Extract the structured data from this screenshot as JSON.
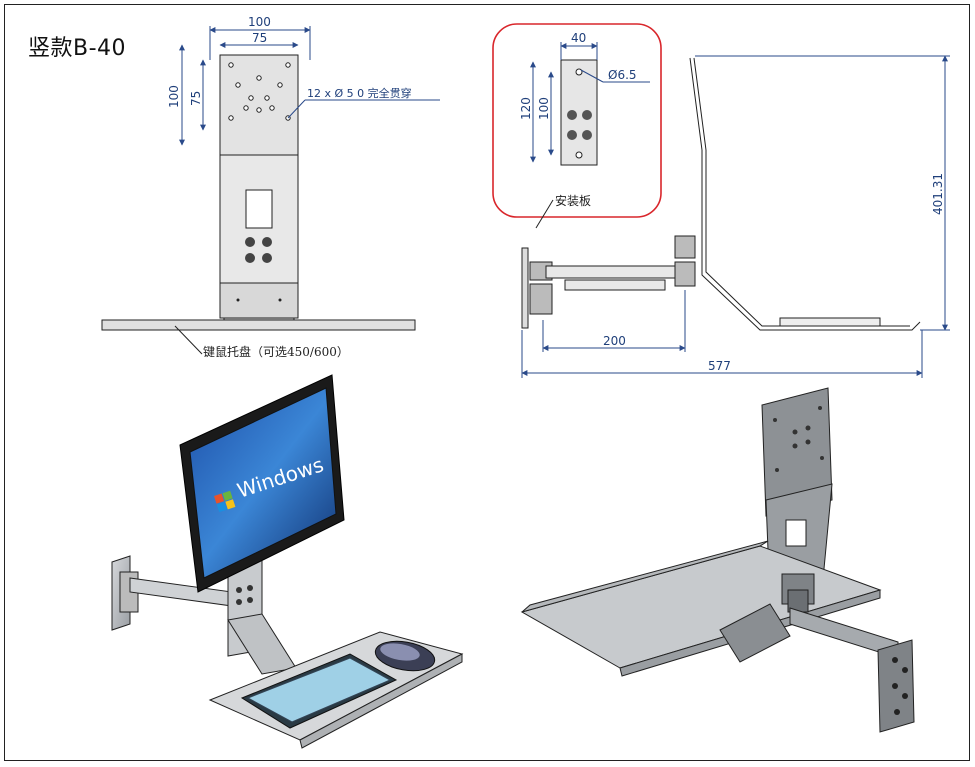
{
  "title": "竖款B-40",
  "front_view": {
    "dim_top_outer": "100",
    "dim_top_inner": "75",
    "dim_left_outer": "100",
    "dim_left_inner": "75",
    "hole_note": "12 x Ø 5 0 完全贯穿",
    "tray_note": "键鼠托盘（可选450/600）"
  },
  "mount_plate_detail": {
    "dim_width": "40",
    "dim_height_outer": "120",
    "dim_height_inner": "100",
    "hole_dia": "Ø6.5",
    "label": "安装板",
    "highlight_color": "#d9262b"
  },
  "side_view": {
    "dim_height": "401.31",
    "dim_arm": "200",
    "dim_total": "577"
  },
  "iso_monitor": {
    "screen_text": "Windows"
  }
}
